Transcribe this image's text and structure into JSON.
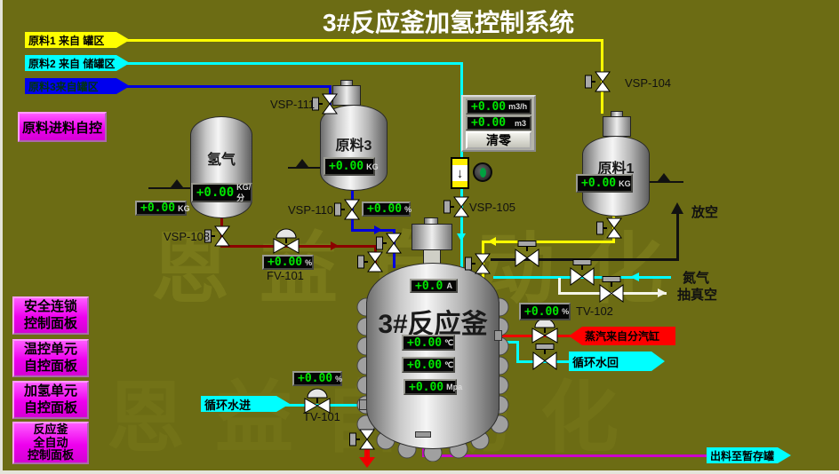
{
  "title": "3#反应釜加氢控制系统",
  "watermark": "恩益自动化",
  "banners": {
    "feed1": {
      "label": "原料1 来自 罐区"
    },
    "feed2": {
      "label": "原料2 来自 储罐区"
    },
    "feed3": {
      "label": "原料3来自罐区"
    },
    "steam": {
      "label": "蒸汽来自分汽缸"
    },
    "cooling_return": {
      "label": "循环水回"
    },
    "cooling_in": {
      "label": "循环水进"
    },
    "discharge": {
      "label": "出料至暂存罐"
    }
  },
  "buttons": {
    "feed_auto": {
      "label": "原料进料自控"
    },
    "safety_panel": {
      "line1": "安全连锁",
      "line2": "控制面板"
    },
    "temp_panel": {
      "line1": "温控单元",
      "line2": "自控面板"
    },
    "hydro_panel": {
      "line1": "加氢单元",
      "line2": "自控面板"
    },
    "reactor_panel": {
      "line1": "反应釜",
      "line2": "全自动",
      "line3": "控制面板"
    },
    "reset": {
      "label": "清零"
    }
  },
  "tanks": {
    "hydrogen": {
      "label": "氢气",
      "flow": {
        "value": "+0.00",
        "unit": "KG/分"
      },
      "weight": {
        "value": "+0.00",
        "unit": "KG"
      }
    },
    "feed3": {
      "label": "原料3",
      "weight": {
        "value": "+0.00",
        "unit": "KG"
      }
    },
    "feed1": {
      "label": "原料1",
      "weight": {
        "value": "+0.00",
        "unit": "KG"
      }
    },
    "reactor": {
      "label": "3#反应釜",
      "current": {
        "value": "+0.0",
        "unit": "A"
      },
      "temp1": {
        "value": "+0.00",
        "unit": "℃"
      },
      "temp2": {
        "value": "+0.00",
        "unit": "℃"
      },
      "pressure": {
        "value": "+0.00",
        "unit": "Mpa"
      }
    }
  },
  "flowmeter": {
    "rate": {
      "value": "+0.00",
      "unit": "m3/h"
    },
    "total": {
      "value": "+0.00",
      "unit": "m3"
    }
  },
  "valves": {
    "vsp104": {
      "label": "VSP-104"
    },
    "vsp105": {
      "label": "VSP-105"
    },
    "vsp108": {
      "label": "VSP-108"
    },
    "vsp110": {
      "label": "VSP-110",
      "opening": {
        "value": "+0.00",
        "unit": "%"
      }
    },
    "vsp111": {
      "label": "VSP-111"
    },
    "fv101": {
      "label": "FV-101",
      "opening": {
        "value": "+0.00",
        "unit": "%"
      }
    },
    "tv101": {
      "label": "TV-101",
      "opening": {
        "value": "+0.00",
        "unit": "%"
      }
    },
    "tv102": {
      "label": "TV-102",
      "opening": {
        "value": "+0.00",
        "unit": "%"
      }
    }
  },
  "line_labels": {
    "vent": "放空",
    "nitrogen": "氮气",
    "vacuum": "抽真空"
  }
}
